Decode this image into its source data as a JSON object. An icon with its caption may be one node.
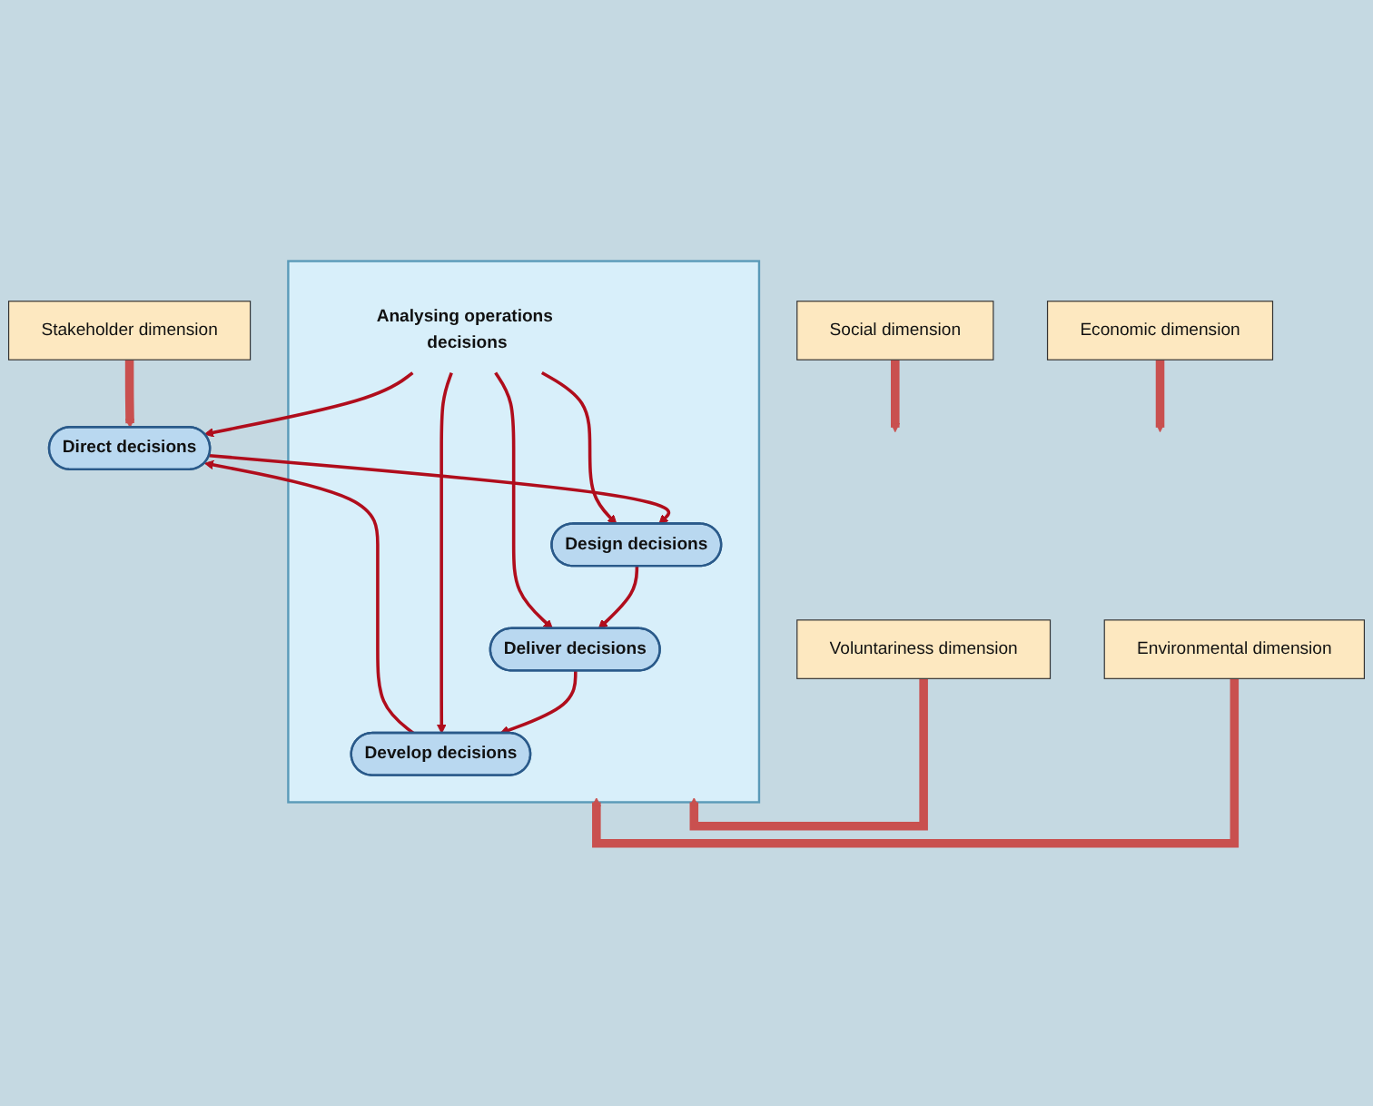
{
  "diagram": {
    "nodes": [
      {
        "text": [
          "Stakeholder dimension"
        ]
      },
      {
        "text": [
          "Social dimension"
        ]
      },
      {
        "text": [
          "Economic dimension"
        ]
      },
      {
        "text": [
          "Direct decisions"
        ]
      },
      {
        "text": [],
        "shape": "box"
      },
      {
        "text": [
          "Design decisions"
        ],
        "in": 4
      },
      {
        "text": [
          "Analysing operations decisions"
        ],
        "in": 4
      },
      {
        "text": [
          "Develop decisions"
        ],
        "in": 4
      },
      {
        "text": [
          "Deliver decisions"
        ],
        "in": 4
      },
      {
        "text": [
          "Environmental dimension"
        ]
      },
      {
        "text": [
          "Voluntariness dimension"
        ]
      }
    ],
    "edges": [
      {
        "from": 0,
        "to": 3,
        "arrow": "to",
        "style": "thick",
        "color": "#c9504f"
      },
      {
        "from": 1,
        "to": null,
        "arrow": "to",
        "style": "thick",
        "color": "#c9504f"
      },
      {
        "from": 2,
        "to": null,
        "arrow": "to",
        "style": "thick",
        "color": "#c9504f"
      },
      {
        "from": 3,
        "to": 5,
        "arrow": "to"
      },
      {
        "from": 5,
        "to": 8,
        "arrow": "to"
      },
      {
        "from": 8,
        "to": 7,
        "arrow": "to"
      },
      {
        "from": 7,
        "to": 3,
        "arrow": "to"
      },
      {
        "from": 6,
        "to": 3,
        "arrow": "to"
      },
      {
        "from": 6,
        "to": 5,
        "arrow": "to"
      },
      {
        "from": 6,
        "to": 7,
        "arrow": "to"
      },
      {
        "from": 6,
        "to": 8,
        "arrow": "to"
      },
      {
        "from": 9,
        "to": 4,
        "arrow": "to",
        "style": "thick",
        "color": "#c9504f"
      },
      {
        "from": 10,
        "to": 4,
        "arrow": "to",
        "style": "thick",
        "color": "#c9504f"
      }
    ]
  }
}
